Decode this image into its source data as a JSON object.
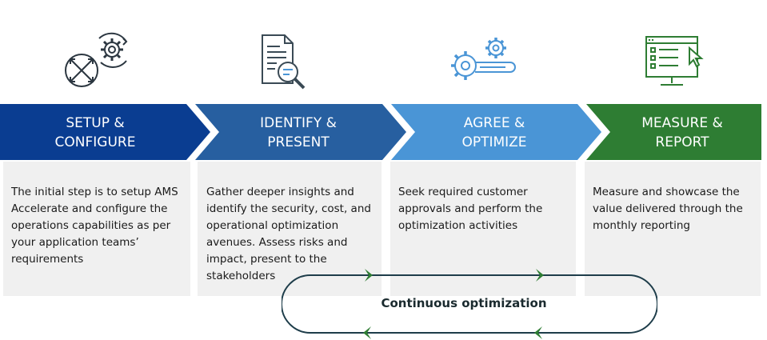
{
  "steps": [
    {
      "id": "setup",
      "title_lines": [
        "SETUP &",
        "CONFIGURE"
      ],
      "color": "#0a3d91",
      "icon": "gears-arrows-icon",
      "description": "The initial step is to setup AMS Accelerate and configure the operations capabilities as per your application teams’ requirements"
    },
    {
      "id": "identify",
      "title_lines": [
        "IDENTIFY &",
        "PRESENT"
      ],
      "color": "#275fa0",
      "icon": "document-magnifier-icon",
      "description": "Gather deeper insights and identify the security, cost, and operational optimization avenues. Assess risks and impact, present to the stakeholders"
    },
    {
      "id": "agree",
      "title_lines": [
        "AGREE &",
        "OPTIMIZE"
      ],
      "color": "#4a95d6",
      "icon": "gears-wrench-icon",
      "description": "Seek required customer approvals and perform the optimization activities"
    },
    {
      "id": "measure",
      "title_lines": [
        "MEASURE &",
        "REPORT"
      ],
      "color": "#2e7d33",
      "icon": "monitor-checklist-icon",
      "description": "Measure and showcase the value delivered through the monthly reporting"
    }
  ],
  "loop": {
    "label": "Continuous optimization",
    "arrow_color": "#2e7d33",
    "line_color": "#1e3d4a"
  },
  "colors": {
    "icon_stroke": "#3a4a55",
    "icon_accent": "#4a95d6",
    "icon_green": "#2e7d33",
    "box_bg": "#f0f0f0"
  }
}
